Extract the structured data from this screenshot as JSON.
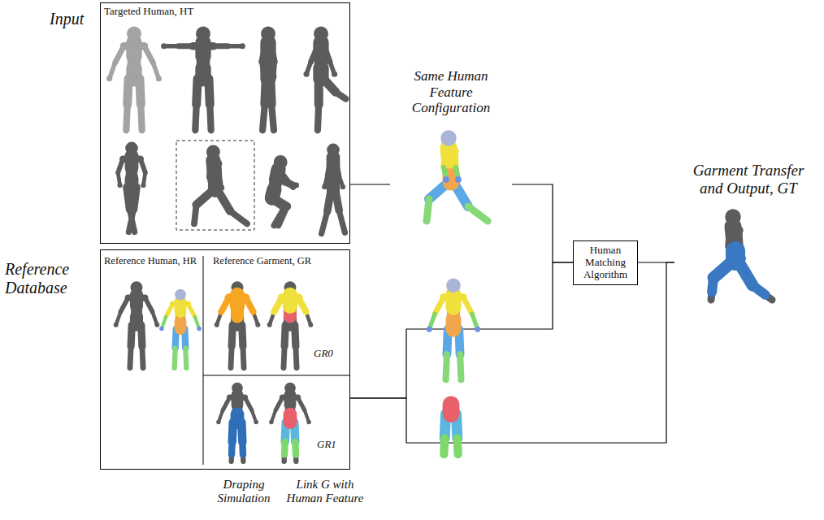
{
  "diagram": {
    "nodes": [
      {
        "text": [
          "Input",
          "Targeted Human, HT"
        ]
      },
      {
        "text": [
          "Reference Database",
          "Reference Human, HR",
          "Reference Garment, GR"
        ]
      },
      {
        "text": [
          "Same Human Feature Configuration"
        ]
      },
      {
        "text": [
          "Human Matching Algorithm"
        ]
      },
      {
        "text": [
          "Garment Transfer and Output, GT"
        ]
      }
    ],
    "edges": [
      {
        "from": 0,
        "to": 2,
        "arrow": "none"
      },
      {
        "from": 1,
        "to": 3,
        "arrow": "none"
      },
      {
        "from": 2,
        "to": 3,
        "arrow": "none"
      },
      {
        "from": 3,
        "to": 4,
        "arrow": "none"
      },
      {
        "from": 1,
        "to": 4,
        "arrow": "none"
      }
    ],
    "labels": [
      "GR0",
      "GR1",
      "Draping Simulation",
      "Link G with Human Feature"
    ]
  }
}
